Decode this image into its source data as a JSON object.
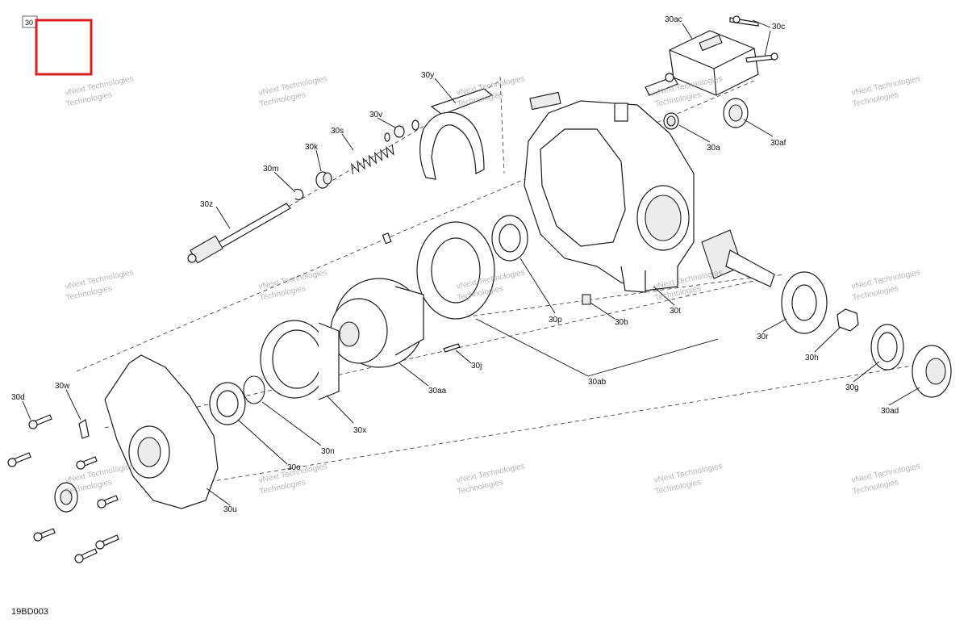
{
  "diagram": {
    "reference_tag": "30",
    "drawing_code": "19BD003",
    "watermark": [
      "vNext Technologies",
      "Technologies"
    ],
    "callouts": {
      "30ac": "30ac",
      "30c": "30c",
      "30y": "30y",
      "30v": "30v",
      "30s": "30s",
      "30k": "30k",
      "30m": "30m",
      "30z": "30z",
      "30a": "30a",
      "30af": "30af",
      "30p": "30p",
      "30b": "30b",
      "30t": "30t",
      "30r": "30r",
      "30h": "30h",
      "30g": "30g",
      "30ad": "30ad",
      "30j": "30j",
      "30ab": "30ab",
      "30aa": "30aa",
      "30x": "30x",
      "30n": "30n",
      "30o": "30o",
      "30u": "30u",
      "30w": "30w",
      "30d": "30d"
    },
    "colors": {
      "highlight": "#d42020",
      "line": "#1a1a1a",
      "watermark": "#9a9a9a"
    }
  }
}
